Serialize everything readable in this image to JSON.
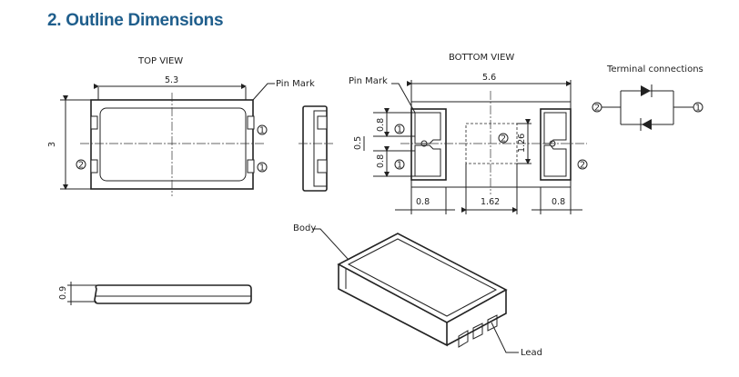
{
  "title": "2. Outline Dimensions",
  "views": {
    "top": "TOP VIEW",
    "bottom": "BOTTOM VIEW",
    "terminal": "Terminal connections"
  },
  "labels": {
    "pin_mark": "Pin Mark",
    "body": "Body",
    "lead": "Lead"
  },
  "dims": {
    "top_width": "5.3",
    "top_height": "3",
    "side_thickness": "0.9",
    "bottom_width": "5.6",
    "pad_w1": "0.8",
    "pad_w2": "0.8",
    "pad_pitch": "0.5",
    "pad_height": "0.8",
    "center_pad_h": "1.26",
    "left_pad_bottom": "0.8",
    "center_pad_w": "1.62",
    "right_pad_bottom": "0.8"
  },
  "pins": {
    "p1": "1",
    "p2": "2"
  }
}
